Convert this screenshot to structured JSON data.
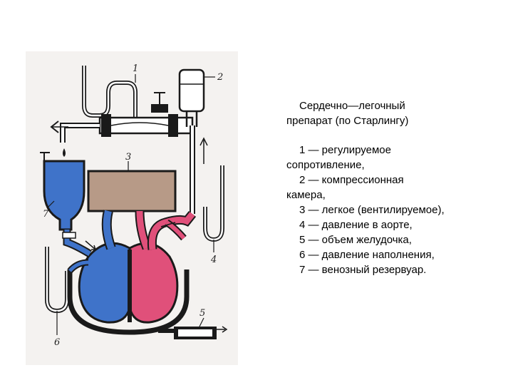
{
  "title": {
    "line1": "Сердечно—легочный",
    "line2": "препарат (по Старлингу)"
  },
  "legend": [
    {
      "lines": [
        "1 — регулируемое",
        "сопротивление,"
      ]
    },
    {
      "lines": [
        "2 — компрессионная",
        "камера,"
      ]
    },
    {
      "lines": [
        "3 — легкое (вентилируемое),"
      ]
    },
    {
      "lines": [
        "4 — давление в аорте,"
      ]
    },
    {
      "lines": [
        "5 — объем желудочка,"
      ]
    },
    {
      "lines": [
        "6 — давление наполнения,"
      ]
    },
    {
      "lines": [
        "7 — венозный резервуар."
      ]
    }
  ],
  "figure_labels": [
    "1",
    "2",
    "3",
    "4",
    "5",
    "6",
    "7"
  ],
  "colors": {
    "venous_blue": "#3f73c9",
    "arterial_red": "#e0507a",
    "lung_tan": "#b79a87",
    "apparatus": "#1a1a1a",
    "paper": "#f2f0ee"
  }
}
